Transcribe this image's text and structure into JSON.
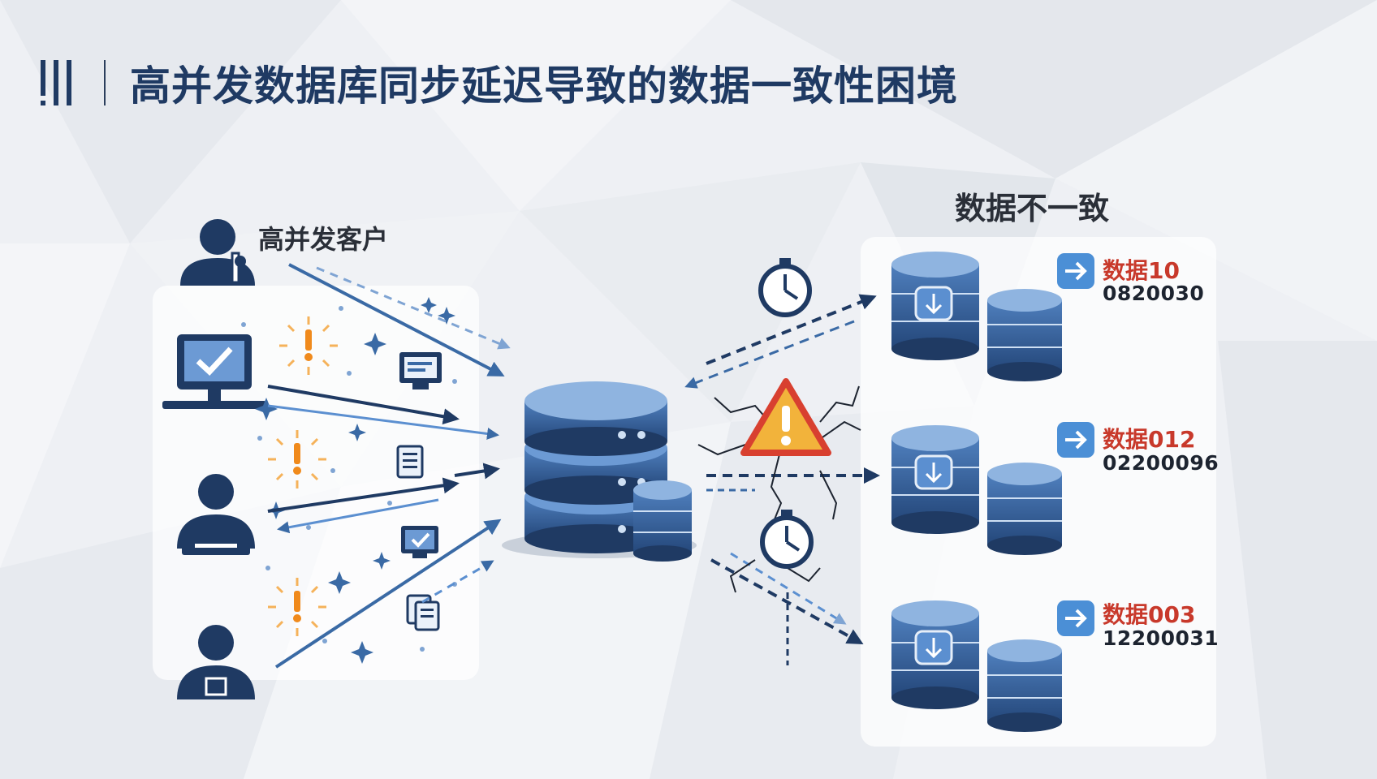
{
  "title": "高并发数据库同步延迟导致的数据一致性困境",
  "clients": {
    "label": "高并发客户",
    "items": [
      "user-icon",
      "monitor-check-icon",
      "user-laptop-icon",
      "user-badge-icon"
    ]
  },
  "master": {
    "icon": "database-server-icon"
  },
  "warning": {
    "icon": "warning-triangle-icon"
  },
  "inconsistent": {
    "label": "数据不一致",
    "nodes": [
      {
        "title": "数据10",
        "value": "0820030",
        "icon": "arrow-right-icon"
      },
      {
        "title": "数据012",
        "value": "02200096",
        "icon": "arrow-right-icon"
      },
      {
        "title": "数据003",
        "value": "12200031",
        "icon": "arrow-right-icon"
      }
    ]
  },
  "colors": {
    "navy": "#1f3a63",
    "blue": "#3a6aa5",
    "light_blue": "#5b8fd0",
    "red": "#c8392b",
    "orange": "#f0a020"
  }
}
